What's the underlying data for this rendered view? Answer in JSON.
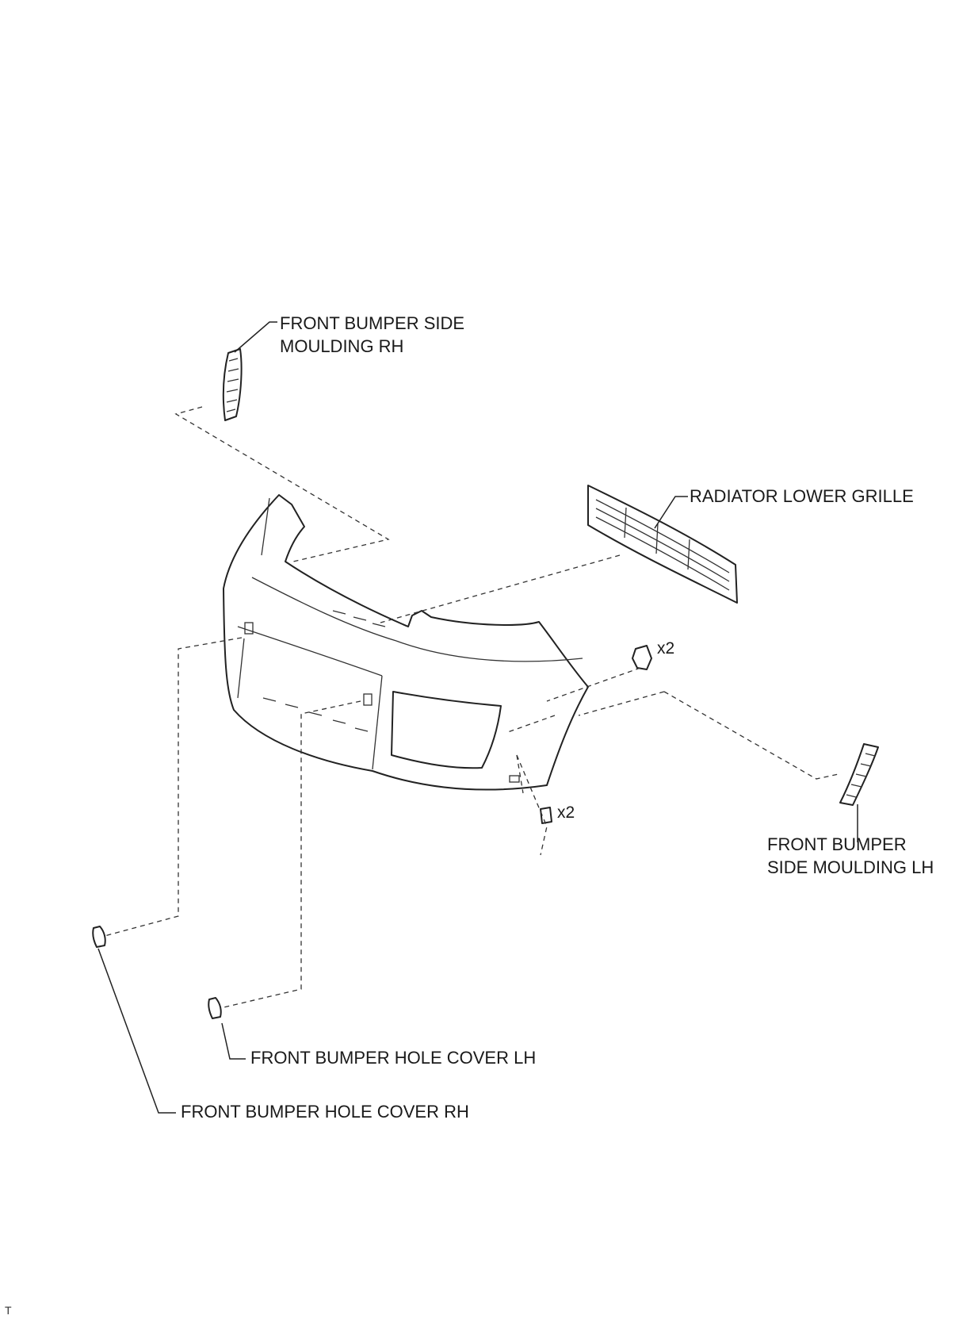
{
  "labels": {
    "side_moulding_rh": [
      "FRONT BUMPER SIDE",
      "MOULDING RH"
    ],
    "radiator_lower_grille": "RADIATOR LOWER GRILLE",
    "side_moulding_lh": [
      "FRONT BUMPER",
      "SIDE MOULDING LH"
    ],
    "hole_cover_lh": "FRONT BUMPER HOLE COVER LH",
    "hole_cover_rh": "FRONT BUMPER HOLE COVER RH",
    "clip_qty_upper": "x2",
    "clip_qty_lower": "x2"
  },
  "corner_mark": "T"
}
